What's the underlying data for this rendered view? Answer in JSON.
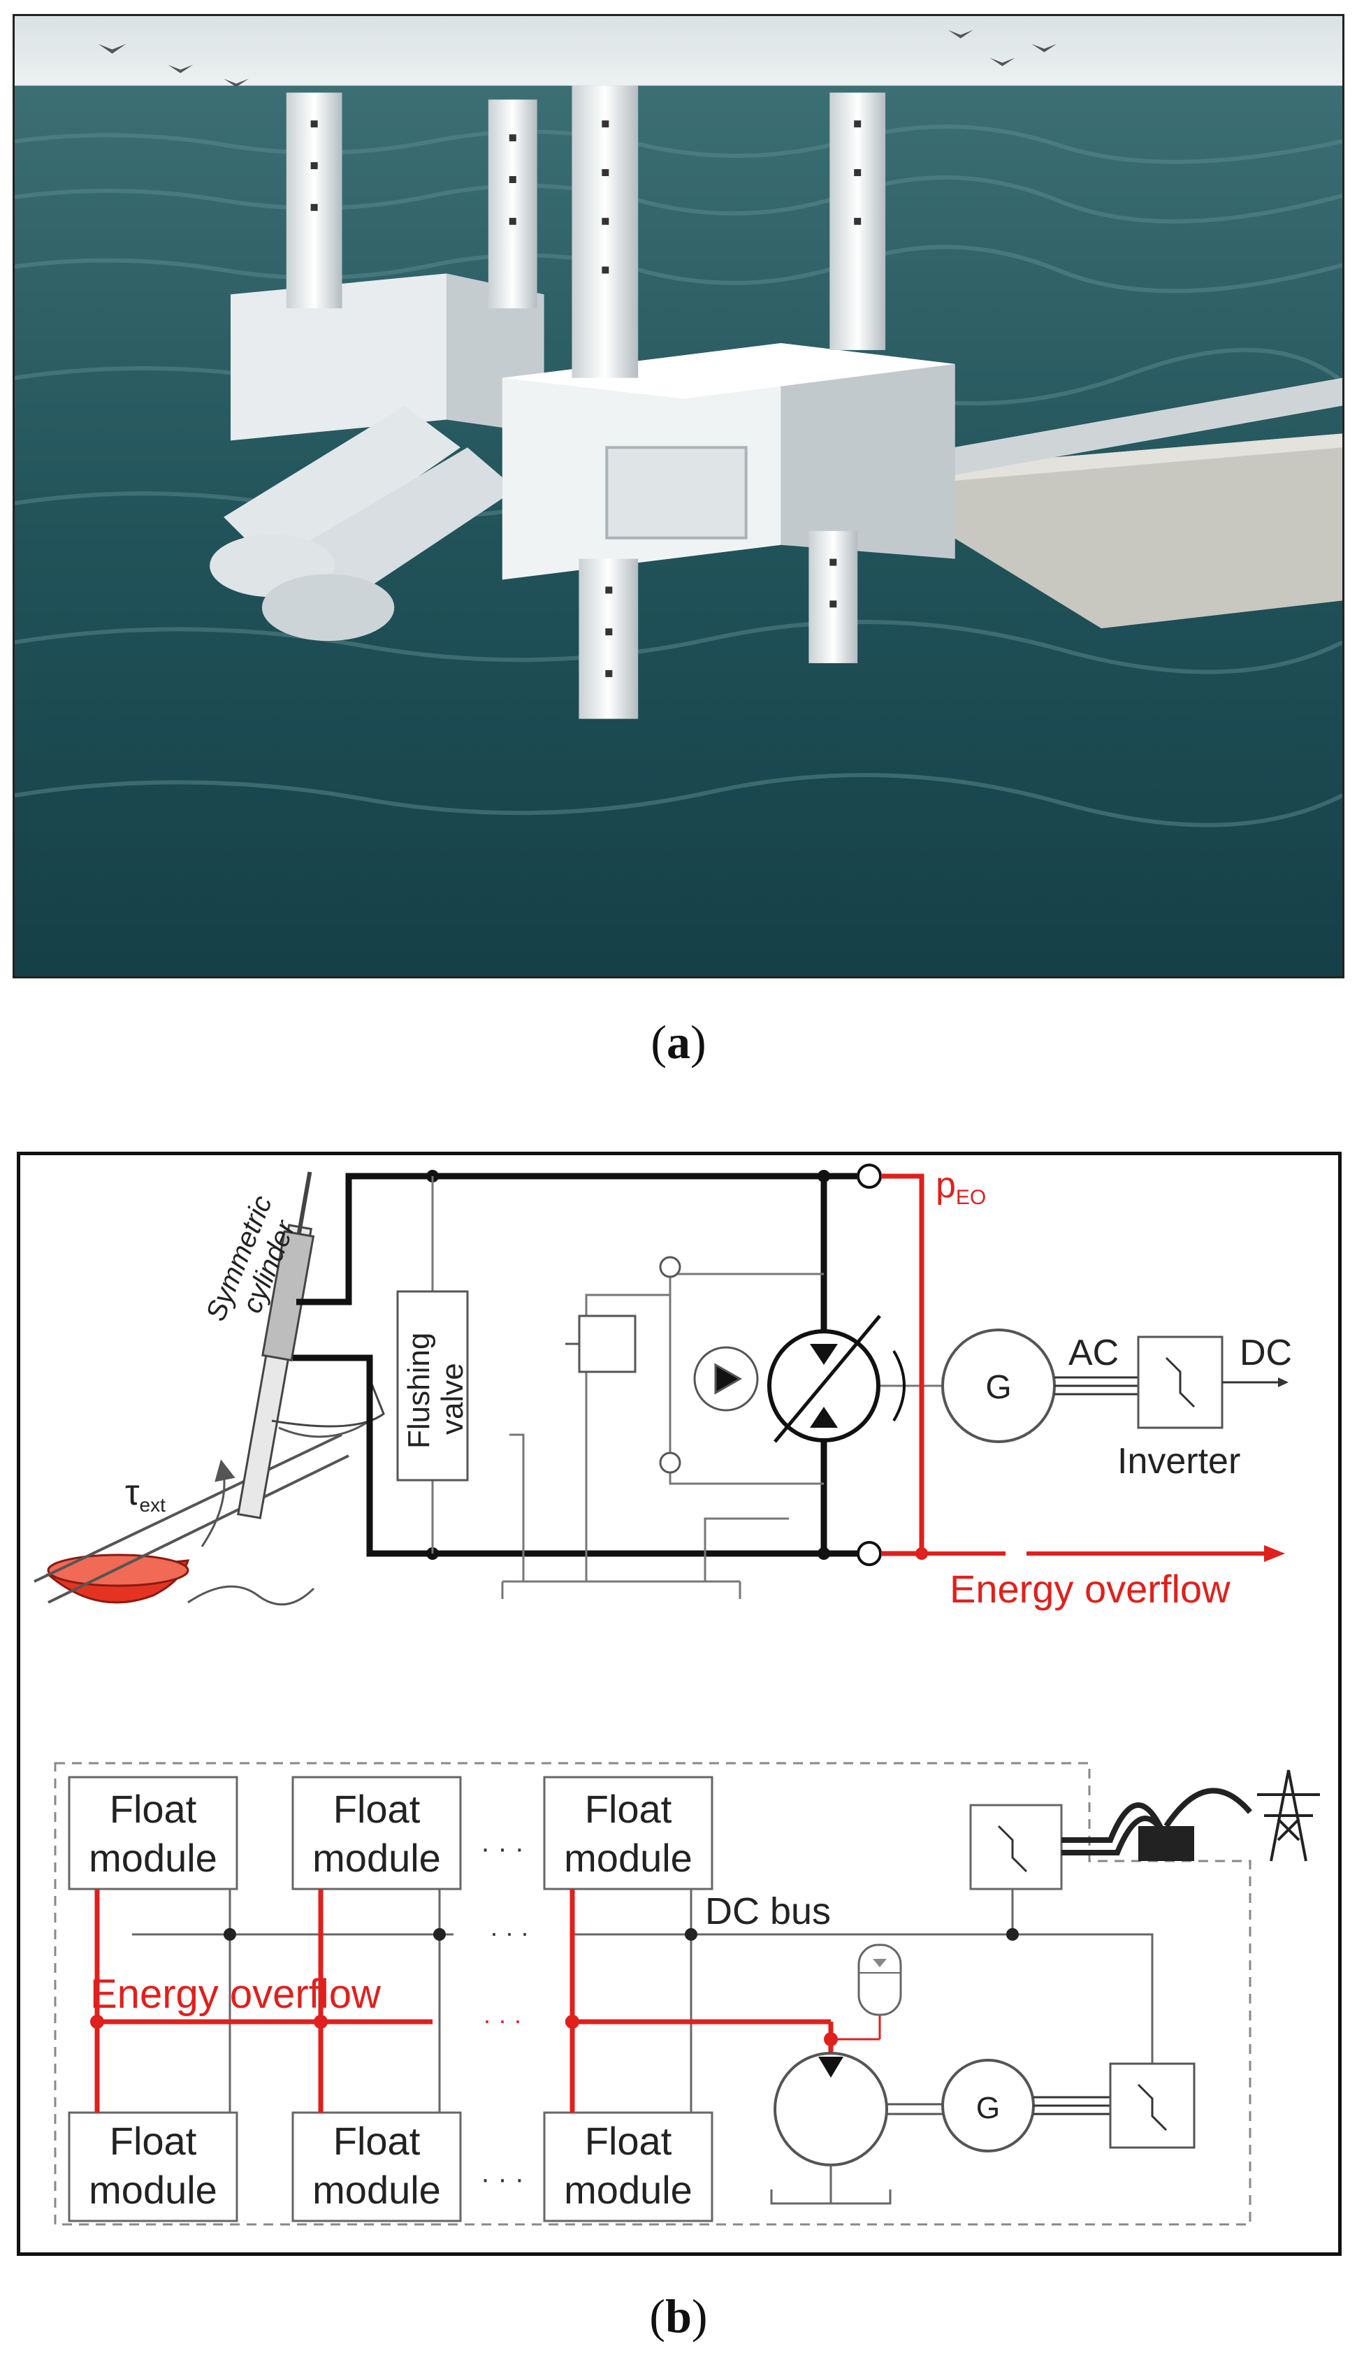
{
  "captions": {
    "a": "a",
    "b": "b"
  },
  "top_schematic": {
    "cylinder_label_line1": "Symmetric",
    "cylinder_label_line2": "cylinder",
    "torque_symbol": "τ",
    "torque_subscript": "ext",
    "flushing_valve_line1": "Flushing",
    "flushing_valve_line2": "valve",
    "pressure_symbol": "p",
    "pressure_subscript": "EO",
    "generator": "G",
    "ac_label": "AC",
    "dc_label": "DC",
    "inverter_label": "Inverter",
    "energy_overflow": "Energy overflow"
  },
  "bottom_schematic": {
    "float_module_line1": "Float",
    "float_module_line2": "module",
    "ellipsis": "· · ·",
    "dc_bus": "DC bus",
    "energy_overflow": "Energy overflow",
    "generator": "G"
  },
  "colors": {
    "energy_line": "#e0201c",
    "hydraulic_line": "#111111",
    "thin_line": "#777777",
    "sea": "#1f4f55",
    "sky": "#dfe6e6",
    "float": "#e53322"
  }
}
